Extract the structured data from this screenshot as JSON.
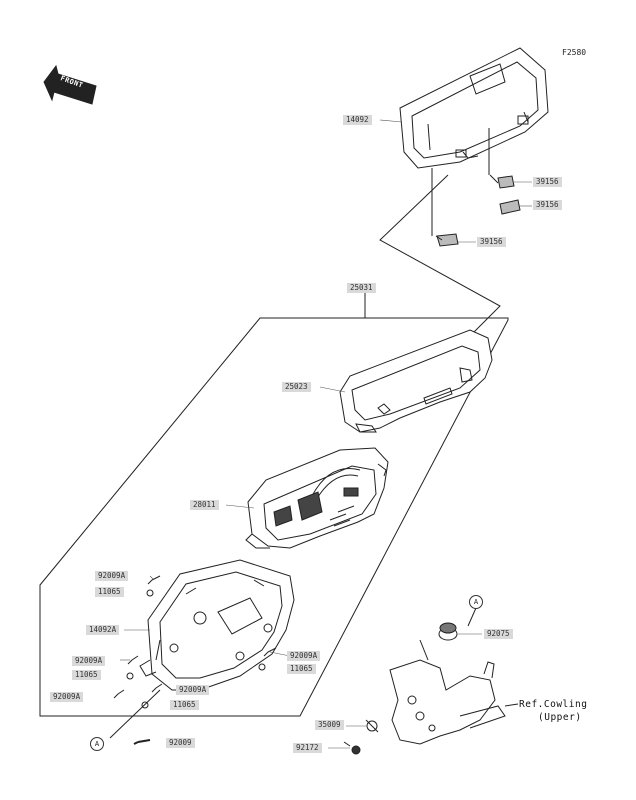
{
  "diagram_code": "F2580",
  "front_label": "FRONT",
  "ref_line1": "Ref.Cowling",
  "ref_line2": "(Upper)",
  "callout_letter": "A",
  "labels": {
    "p14092": "14092",
    "p39156a": "39156",
    "p39156b": "39156",
    "p39156c": "39156",
    "p25031": "25031",
    "p25023": "25023",
    "p28011": "28011",
    "p92009A_1": "92009A",
    "p11065_1": "11065",
    "p14092A": "14092A",
    "p92009A_2": "92009A",
    "p11065_2": "11065",
    "p92009A_3": "92009A",
    "p92009A_4": "92009A",
    "p11065_3": "11065",
    "p92009A_5": "92009A",
    "p11065_4": "11065",
    "p92009": "92009",
    "p92075": "92075",
    "p35009": "35009",
    "p92172": "92172"
  }
}
